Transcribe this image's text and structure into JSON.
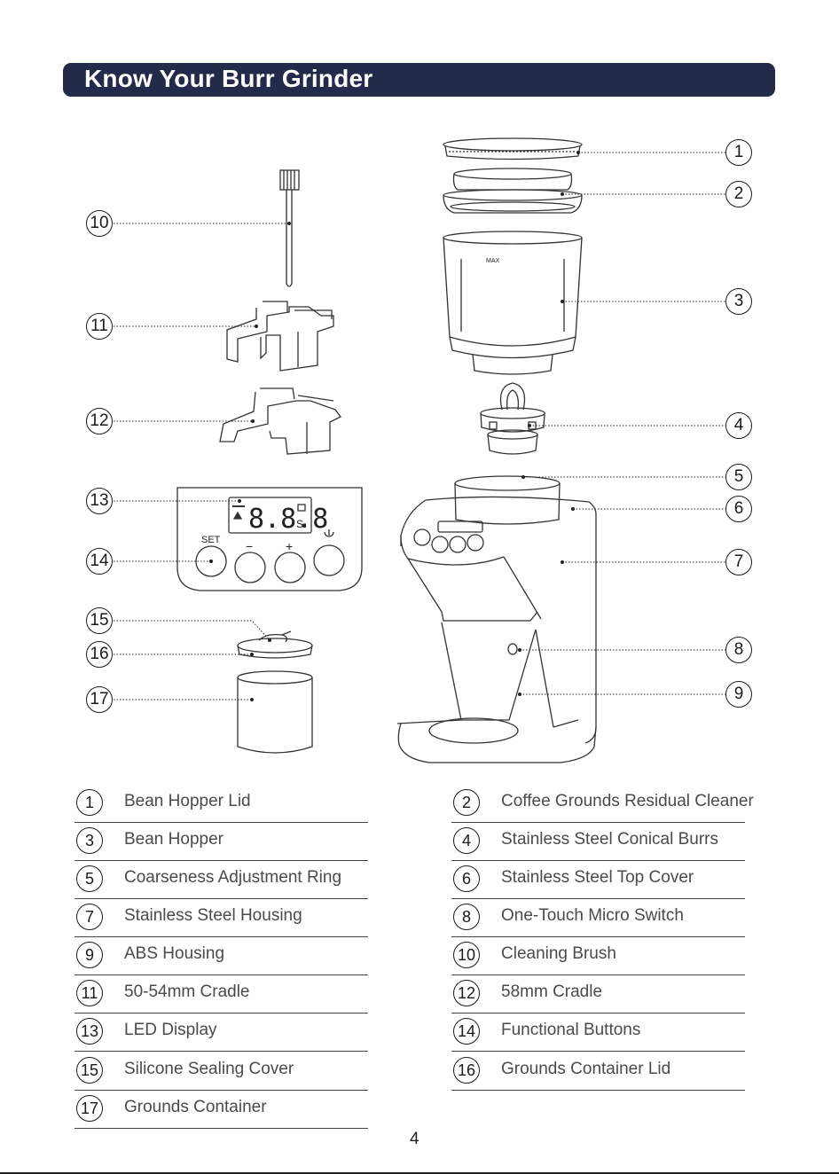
{
  "header": {
    "title": "Know Your Burr Grinder"
  },
  "panel": {
    "display_digits": "8.8.8",
    "display_unit": "S",
    "set_label": "SET",
    "minus_label": "−",
    "plus_label": "+",
    "hopper_mark": "MAX"
  },
  "callouts": {
    "c1": "1",
    "c2": "2",
    "c3": "3",
    "c4": "4",
    "c5": "5",
    "c6": "6",
    "c7": "7",
    "c8": "8",
    "c9": "9",
    "c10": "10",
    "c11": "11",
    "c12": "12",
    "c13": "13",
    "c14": "14",
    "c15": "15",
    "c16": "16",
    "c17": "17"
  },
  "legend": {
    "left": [
      {
        "num": "1",
        "label": "Bean Hopper Lid"
      },
      {
        "num": "3",
        "label": "Bean Hopper"
      },
      {
        "num": "5",
        "label": "Coarseness Adjustment Ring"
      },
      {
        "num": "7",
        "label": "Stainless Steel Housing"
      },
      {
        "num": "9",
        "label": "ABS Housing"
      },
      {
        "num": "11",
        "label": "50-54mm Cradle"
      },
      {
        "num": "13",
        "label": "LED Display"
      },
      {
        "num": "15",
        "label": "Silicone Sealing Cover"
      },
      {
        "num": "17",
        "label": "Grounds Container"
      }
    ],
    "right": [
      {
        "num": "2",
        "label": "Coffee Grounds Residual Cleaner"
      },
      {
        "num": "4",
        "label": "Stainless Steel Conical Burrs"
      },
      {
        "num": "6",
        "label": "Stainless Steel Top Cover"
      },
      {
        "num": "8",
        "label": "One-Touch Micro Switch"
      },
      {
        "num": "10",
        "label": "Cleaning Brush"
      },
      {
        "num": "12",
        "label": "58mm Cradle"
      },
      {
        "num": "14",
        "label": "Functional Buttons"
      },
      {
        "num": "16",
        "label": "Grounds Container Lid"
      }
    ]
  },
  "footer": {
    "page_number": "4"
  }
}
